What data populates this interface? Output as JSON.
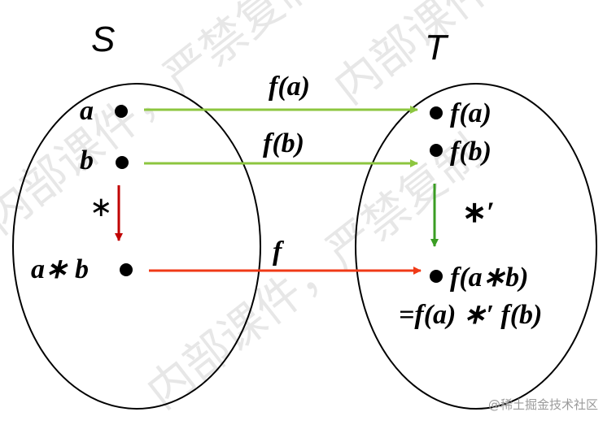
{
  "diagram": {
    "set_S": {
      "name": "S",
      "elements": [
        "a",
        "b",
        "a∗ b"
      ],
      "operation": "∗"
    },
    "set_T": {
      "name": "T",
      "elements": [
        "f(a)",
        "f(b)",
        "f(a∗b)"
      ],
      "operation": "∗′",
      "equation": "=f(a) ∗′ f(b)"
    },
    "mappings": [
      {
        "from": "a",
        "to": "f(a)",
        "label": "f(a)",
        "color": "#8cc63f"
      },
      {
        "from": "b",
        "to": "f(b)",
        "label": "f(b)",
        "color": "#8cc63f"
      },
      {
        "from": "a∗ b",
        "to": "f(a∗b)",
        "label": "f",
        "color": "#f03a17"
      }
    ],
    "operation_arrows": {
      "S_color": "#c00000",
      "T_color": "#3a9d23"
    }
  },
  "watermark": {
    "background_text": "内部课件，严禁复制",
    "corner_text": "@稀土掘金技术社区"
  }
}
